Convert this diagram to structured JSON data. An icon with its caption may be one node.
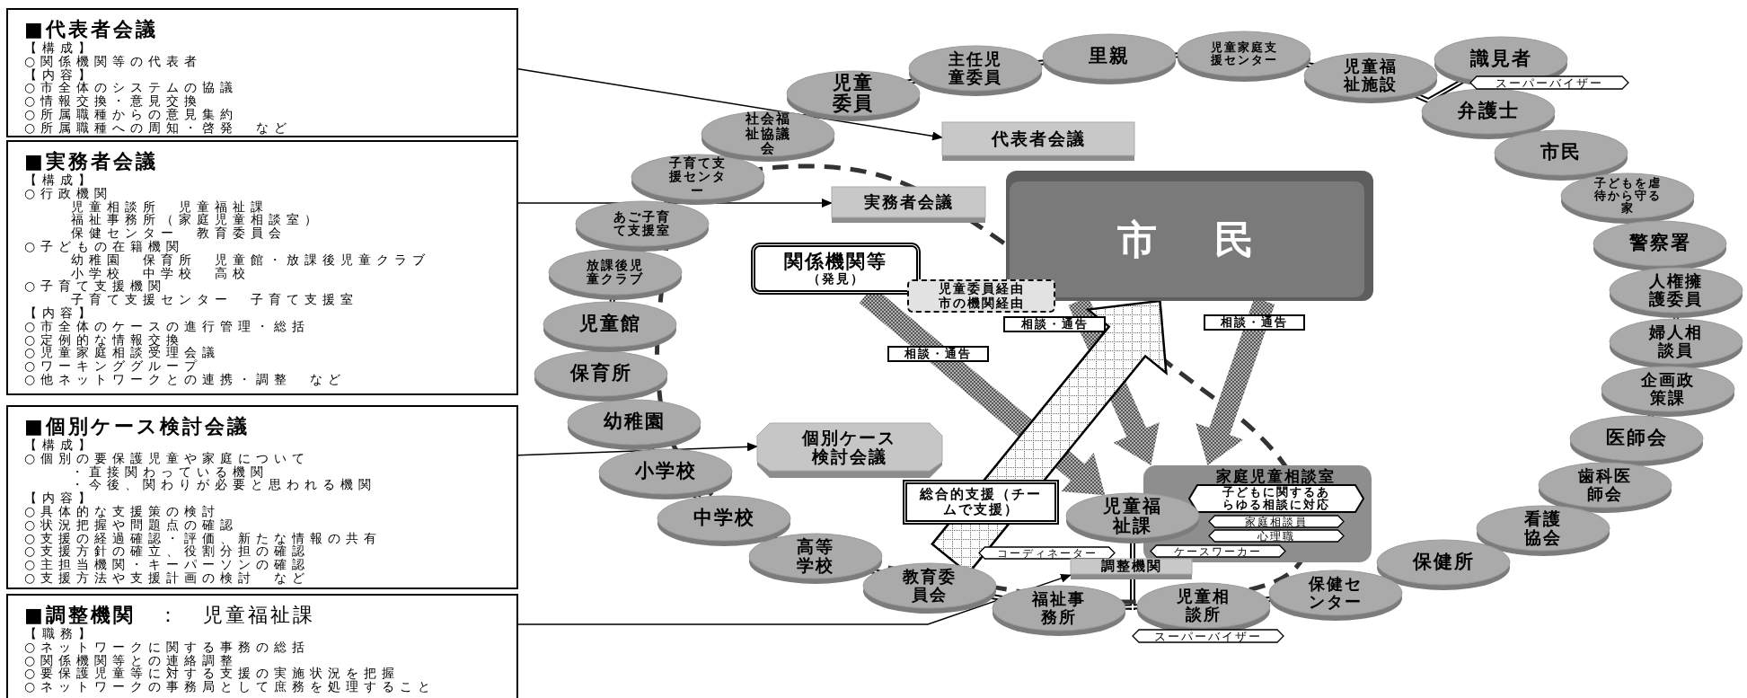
{
  "diagram": {
    "nodes": [
      {
        "text": [
          "■代表者会議",
          "【構成】",
          "○関係機関等の代表者",
          "【内容】",
          "○市全体のシステムの協議",
          "○情報交換・意見交換",
          "○所属職種からの意見集約",
          "○所属職種への周知・啓発　など"
        ]
      },
      {
        "text": [
          "■実務者会議",
          "【構成】",
          "○行政機関",
          "児童相談所　児童福祉課",
          "福祉事務所（家庭児童相談室）",
          "保健センター　教育委員会",
          "○子どもの在籍機関",
          "幼稚園　保育所　児童館・放課後児童クラブ",
          "小学校　中学校　高校",
          "○子育て支援機関",
          "子育て支援センター　子育て支援室",
          "【内容】",
          "○市全体のケースの進行管理・総括",
          "○定例的な情報交換",
          "○児童家庭相談受理会議",
          "○ワーキンググループ",
          "○他ネットワークとの連携・調整　など"
        ]
      },
      {
        "text": [
          "■個別ケース検討会議",
          "【構成】",
          "○個別の要保護児童や家庭について",
          "・直接関わっている機関",
          "・今後、関わりが必要と思われる機関",
          "【内容】",
          "○具体的な支援策の検討",
          "○状況把握や問題点の確認",
          "○支援の経過確認・評価、新たな情報の共有",
          "○支援方針の確立、役割分担の確認",
          "○主担当機関・キーパーソンの確認",
          "○支援方法や支援計画の検討　など"
        ]
      },
      {
        "text": [
          "**■調整機関**　：　児童福祉課",
          "【職務】",
          "○ネットワークに関する事務の総括",
          "○関係機関等との連絡調整",
          "○要保護児童等に対する支援の実施状況を把握",
          "○ネットワークの事務局として庶務を処理すること"
        ]
      },
      {
        "text": [
          "代表者会議"
        ]
      },
      {
        "text": [
          "実務者会議"
        ]
      },
      {
        "text": [
          "市　民"
        ]
      },
      {
        "text": [
          "関係機関等",
          "（発見）"
        ]
      },
      {
        "text": [
          "児童委員経由",
          "市の機関経由"
        ]
      },
      {
        "text": [
          "個別ケース検討会議"
        ]
      },
      {
        "text": [
          "家庭児童相談室"
        ]
      },
      {
        "text": [
          "子どもに関するあらゆる相談に対応"
        ],
        "in": 10
      },
      {
        "text": [
          "家庭相談員"
        ],
        "in": 10
      },
      {
        "text": [
          "心理職"
        ],
        "in": 10
      },
      {
        "text": [
          "ケースワーカー"
        ],
        "in": 10
      },
      {
        "text": [
          "児童福祉課"
        ]
      },
      {
        "text": [
          "コーディネーター"
        ]
      },
      {
        "text": [
          "調整機関"
        ]
      },
      {
        "text": [
          "児童委員"
        ]
      },
      {
        "text": [
          "主任児童委員"
        ]
      },
      {
        "text": [
          "里親"
        ]
      },
      {
        "text": [
          "児童家庭支援センター"
        ]
      },
      {
        "text": [
          "児童福祉施設"
        ]
      },
      {
        "text": [
          "識見者"
        ]
      },
      {
        "text": [
          "弁護士"
        ]
      },
      {
        "text": [
          "市民"
        ]
      },
      {
        "text": [
          "子どもを虐待から守る家"
        ]
      },
      {
        "text": [
          "警察署"
        ]
      },
      {
        "text": [
          "人権擁護委員"
        ]
      },
      {
        "text": [
          "婦人相談員"
        ]
      },
      {
        "text": [
          "企画政策課"
        ]
      },
      {
        "text": [
          "医師会"
        ]
      },
      {
        "text": [
          "歯科医師会"
        ]
      },
      {
        "text": [
          "看護協会"
        ]
      },
      {
        "text": [
          "保健所"
        ]
      },
      {
        "text": [
          "保健センター"
        ]
      },
      {
        "text": [
          "児童相談所"
        ]
      },
      {
        "text": [
          "福祉事務所"
        ]
      },
      {
        "text": [
          "教育委員会"
        ]
      },
      {
        "text": [
          "高等学校"
        ]
      },
      {
        "text": [
          "中学校"
        ]
      },
      {
        "text": [
          "小学校"
        ]
      },
      {
        "text": [
          "幼稚園"
        ]
      },
      {
        "text": [
          "保育所"
        ]
      },
      {
        "text": [
          "児童館"
        ]
      },
      {
        "text": [
          "放課後児童クラブ"
        ]
      },
      {
        "text": [
          "あご子育て支援室"
        ]
      },
      {
        "text": [
          "子育て支援センター"
        ]
      },
      {
        "text": [
          "社会福祉協議会"
        ]
      },
      {
        "text": [
          "スーパーバイザー"
        ]
      },
      {
        "text": [
          "スーパーバイザー"
        ]
      }
    ],
    "edges": [
      {
        "from": 0,
        "to": 4,
        "arrow": "to"
      },
      {
        "from": 1,
        "to": 5,
        "arrow": "to"
      },
      {
        "from": 2,
        "to": 9,
        "arrow": "to"
      },
      {
        "from": 3,
        "to": 17,
        "arrow": "to"
      },
      {
        "from": 7,
        "to": 15,
        "arrow": "to",
        "label": "相談・通告",
        "style": "thick"
      },
      {
        "from": 6,
        "to": 10,
        "arrow": "to",
        "label": "相談・通告",
        "style": "thick"
      },
      {
        "from": 6,
        "to": 10,
        "arrow": "to",
        "label": "相談・通告",
        "style": "thick"
      },
      {
        "from": null,
        "to": 6,
        "arrow": "to",
        "label": "総合的支援（チームで支援）",
        "style": "thick"
      }
    ]
  }
}
